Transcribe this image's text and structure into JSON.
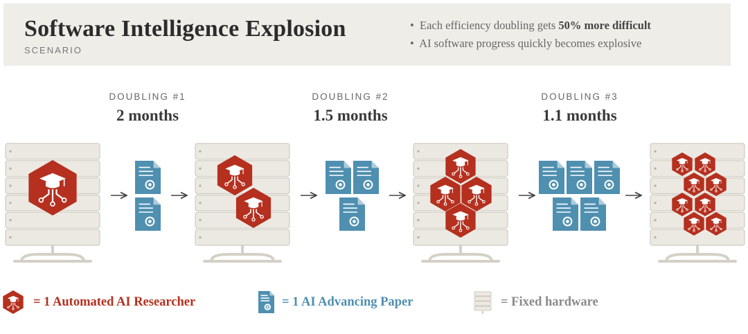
{
  "header": {
    "title": "Software Intelligence Explosion",
    "subtitle": "SCENARIO",
    "bullet1_pre": "Each efficiency doubling gets ",
    "bullet1_bold": "50% more difficult",
    "bullet2": "AI software progress quickly becomes explosive"
  },
  "doublings": [
    {
      "label": "DOUBLING #1",
      "value": "2 months"
    },
    {
      "label": "DOUBLING #2",
      "value": "1.5 months"
    },
    {
      "label": "DOUBLING #3",
      "value": "1.1 months"
    }
  ],
  "stages": [
    {
      "researchers": 1,
      "papers": 2
    },
    {
      "researchers": 2,
      "papers": 3
    },
    {
      "researchers": 4,
      "papers": 5
    },
    {
      "researchers": 8
    }
  ],
  "legend": {
    "researcher": "= 1 Automated AI Researcher",
    "paper": "= 1 AI Advancing Paper",
    "hardware": "= Fixed hardware"
  },
  "colors": {
    "researcher": "#b5301f",
    "paper": "#4f8fb0",
    "hardware": "#ece9e2"
  },
  "icons": {
    "researcher": "graduation-cap-network-hexagon-icon",
    "paper": "document-award-icon",
    "hardware": "server-rack-icon",
    "arrow": "arrow-right-icon"
  }
}
